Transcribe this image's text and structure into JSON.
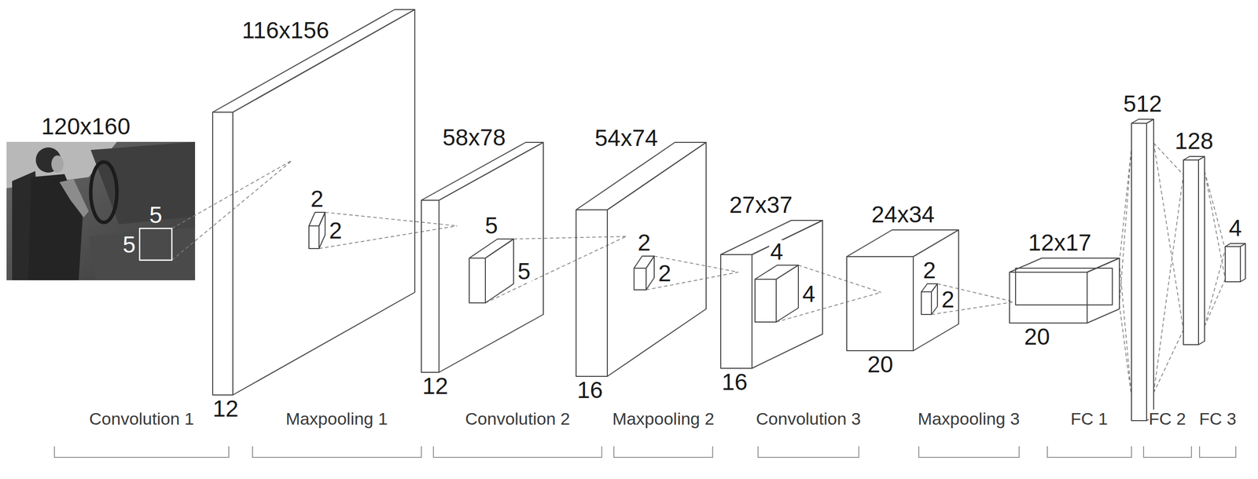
{
  "diagram": {
    "nodes": [
      {
        "text": [
          "120x160"
        ]
      },
      {
        "text": [
          "5",
          "5"
        ],
        "in": 0
      },
      {
        "text": [
          "116x156",
          "12"
        ]
      },
      {
        "text": [
          "2",
          "2"
        ],
        "in": 2
      },
      {
        "text": [
          "58x78",
          "12"
        ]
      },
      {
        "text": [
          "5",
          "5"
        ],
        "in": 4
      },
      {
        "text": [
          "54x74",
          "16"
        ]
      },
      {
        "text": [
          "2",
          "2"
        ],
        "in": 6
      },
      {
        "text": [
          "27x37",
          "16"
        ]
      },
      {
        "text": [
          "4",
          "4"
        ],
        "in": 8
      },
      {
        "text": [
          "24x34",
          "20"
        ]
      },
      {
        "text": [
          "2",
          "2"
        ],
        "in": 10
      },
      {
        "text": [
          "12x17",
          "20"
        ]
      },
      {
        "text": [
          "512"
        ]
      },
      {
        "text": [
          "128"
        ]
      },
      {
        "text": [
          "4"
        ]
      }
    ],
    "edges": [
      {
        "from": 1,
        "to": 2,
        "arrow": "none"
      },
      {
        "from": 3,
        "to": 4,
        "arrow": "none"
      },
      {
        "from": 5,
        "to": 6,
        "arrow": "none"
      },
      {
        "from": 7,
        "to": 8,
        "arrow": "none"
      },
      {
        "from": 9,
        "to": 10,
        "arrow": "none"
      },
      {
        "from": 11,
        "to": 12,
        "arrow": "none"
      },
      {
        "from": 12,
        "to": 13,
        "arrow": "none"
      },
      {
        "from": 13,
        "to": 14,
        "arrow": "none"
      },
      {
        "from": 14,
        "to": 15,
        "arrow": "none"
      }
    ],
    "labels": [
      "Convolution 1",
      "Maxpooling 1",
      "Convolution 2",
      "Maxpooling 2",
      "Convolution 3",
      "Maxpooling 3",
      "FC 1",
      "FC 2",
      "FC 3"
    ]
  }
}
